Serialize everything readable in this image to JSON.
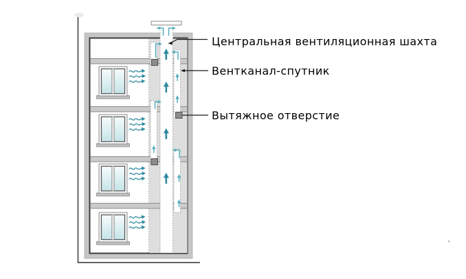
{
  "labels": {
    "central_shaft": "Центральная вентиляционная шахта",
    "satellite_duct": "Вентканал-спутник",
    "exhaust_opening": "Вытяжное отверстие"
  },
  "diagram": {
    "floors": 4,
    "windows_per_floor": 1,
    "airflow_direction": "up"
  },
  "colors": {
    "arrow_teal": "#2f89a0",
    "arrow_teal_light": "#55aebe",
    "wall_gray": "#c6c6c6",
    "zone_gray": "#dedede",
    "slab_gray": "#cbcbcb",
    "slab_edge": "#8b8b8b",
    "inner_wall_dark": "#3d3d3d",
    "dotted_gray": "#9a9a9a",
    "opening_gray": "#8c8c8c",
    "opening_edge": "#4f4f4f",
    "pane_top": "#f7fcfc",
    "pane_bottom": "#c4e4e8",
    "label_text": "#000000",
    "leader_line": "#1a1a1a"
  }
}
